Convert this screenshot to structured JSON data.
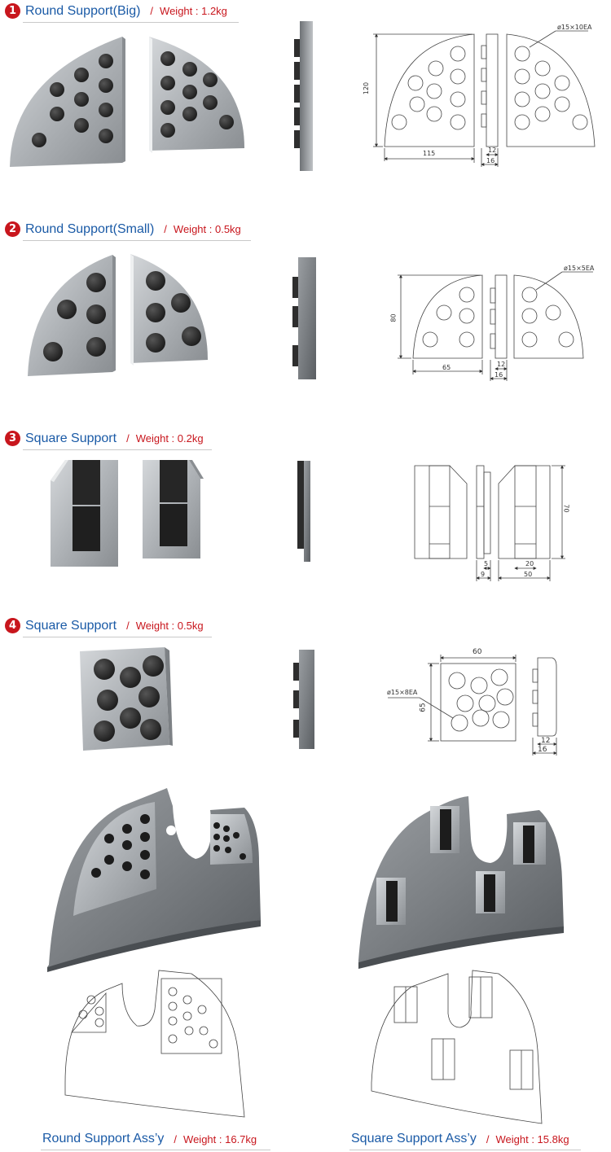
{
  "sections": [
    {
      "number": "1",
      "title": "Round Support(Big)",
      "weight": "Weight : 1.2kg",
      "dims": {
        "height": "120",
        "width": "115",
        "thick_a": "12",
        "thick_b": "16",
        "holes": "ø15×10EA"
      }
    },
    {
      "number": "2",
      "title": "Round Support(Small)",
      "weight": "Weight : 0.5kg",
      "dims": {
        "height": "80",
        "width": "65",
        "thick_a": "12",
        "thick_b": "16",
        "holes": "ø15×5EA"
      }
    },
    {
      "number": "3",
      "title": "Square Support",
      "weight": "Weight : 0.2kg",
      "dims": {
        "height": "70",
        "a": "5",
        "b": "9",
        "c": "20",
        "d": "50"
      }
    },
    {
      "number": "4",
      "title": "Square Support",
      "weight": "Weight : 0.5kg",
      "dims": {
        "width": "60",
        "height": "65",
        "holes": "ø15×8EA",
        "thick_a": "12",
        "thick_b": "16"
      }
    }
  ],
  "assemblies": [
    {
      "title": "Round Support Ass’y",
      "weight": "Weight : 16.7kg"
    },
    {
      "title": "Square Support Ass’y",
      "weight": "Weight : 15.8kg"
    }
  ],
  "separator": "/",
  "colors": {
    "accent_blue": "#1a5aa6",
    "accent_red": "#c8161d",
    "metal": "#b4b8bc",
    "magnet": "#2a2a2a"
  }
}
